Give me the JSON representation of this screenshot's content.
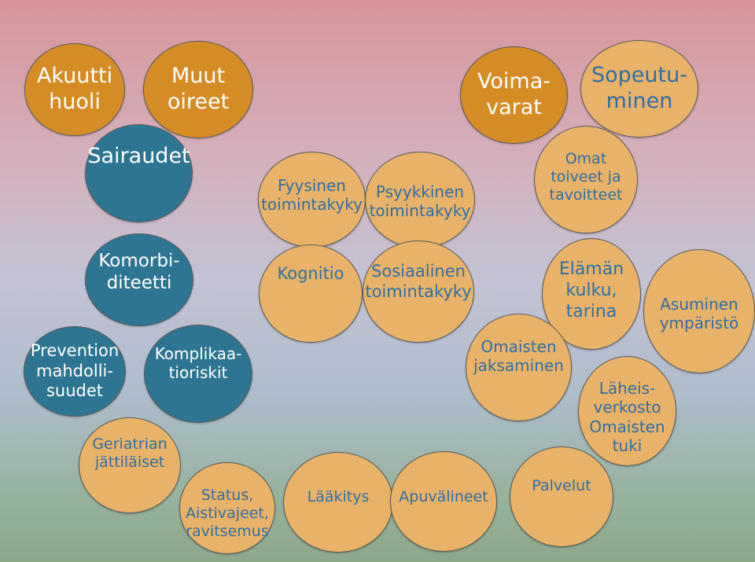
{
  "colors": {
    "orange": "#d58c25",
    "peach": "#e8b368",
    "teal": "#2e7591",
    "peach_text": "#2f6ea6",
    "light_text": "#ffffff"
  },
  "nodes": {
    "akuutti_huoli": "Akuutti\nhuoli",
    "muut_oireet": "Muut\noireet",
    "voimavarat": "Voima-\nvarat",
    "sopeutuminen": "Sopeutu-\nminen",
    "sairaudet": "Sairaudet",
    "fyysinen_toimintakyky": "Fyysinen\ntoimintakyky",
    "psyykkinen_toimintakyky": "Psyykkinen\ntoimintakyky",
    "omat_toiveet": "Omat\ntoiveet ja\ntavoitteet",
    "komorbiditeetti": "Komorbi-\nditeetti",
    "kognitio": "Kognitio",
    "sosiaalinen_toimintakyky": "Sosiaalinen\ntoimintakyky",
    "elaman_kulku": "Elämän\nkulku,\ntarina",
    "asuminen": "Asuminen\nympäristö",
    "prevention": "Prevention\nmahdolli-\nsuudet",
    "komplikaatioriskit": "Komplikaa-\ntioriskit",
    "omaisten_jaksaminen": "Omaisten\njaksaminen",
    "laheisverkosto": "Läheis-\nverkosto\nOmaisten\ntuki",
    "geriatrian": "Geriatrian\njättiläiset",
    "status": "Status,\nAistivajeet,\nravitsemus",
    "laakitys": "Lääkitys",
    "apuvalineet": "Apuvälineet",
    "palvelut": "Palvelut"
  }
}
